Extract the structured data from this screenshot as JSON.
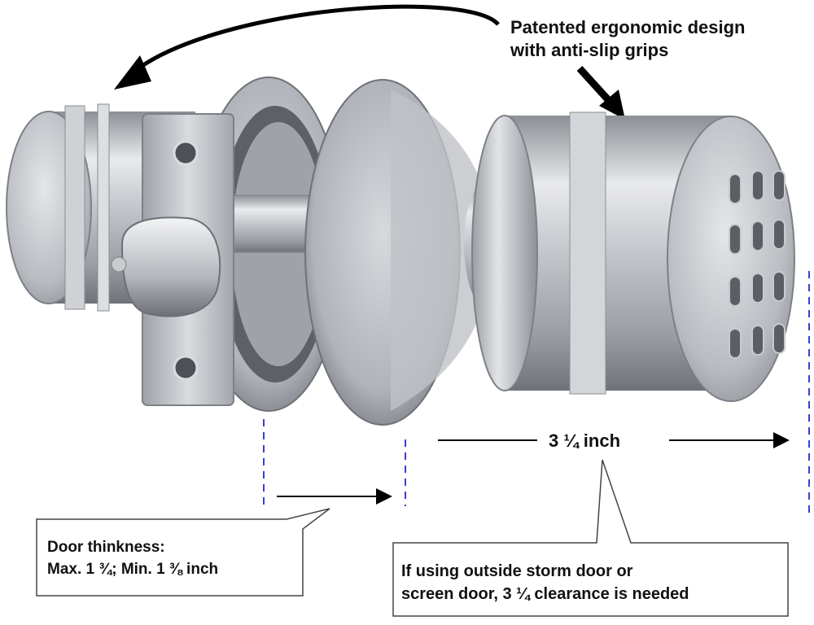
{
  "annotations": {
    "headline_line1": "Patented ergonomic design",
    "headline_line2": "with anti-slip grips",
    "dimension_label": "3 ¼ inch",
    "door_callout_line1": "Door thinkness:",
    "door_callout_line2": "Max. 1 ¾; Min. 1 ⅜ inch",
    "storm_callout_line1": "If using outside storm door or",
    "storm_callout_line2": "screen door, 3 ¼ clearance is needed"
  },
  "colors": {
    "metal_light": "#e8e9ec",
    "metal_mid": "#b9bcc2",
    "metal_dark": "#7d8087",
    "guide_line": "#3a3fd0",
    "text": "#111111"
  }
}
